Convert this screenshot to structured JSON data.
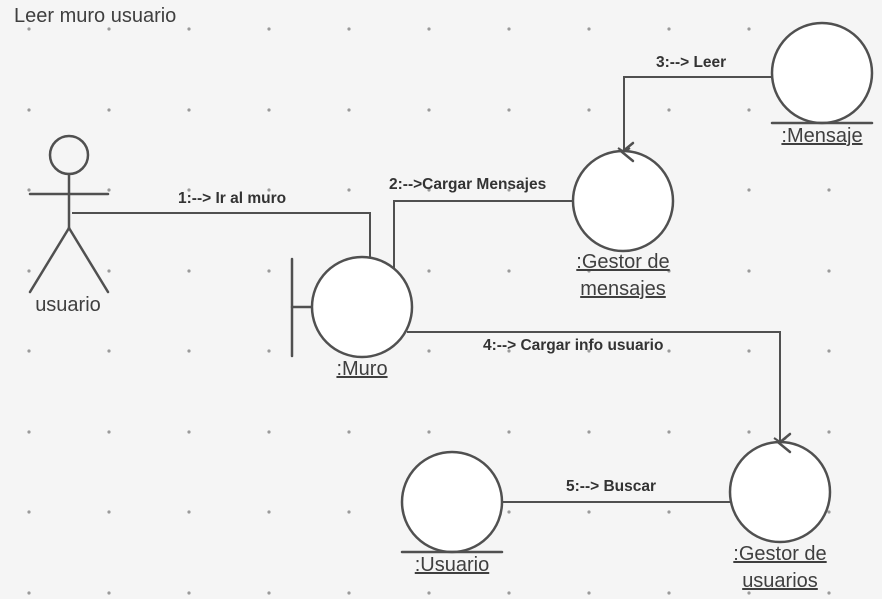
{
  "title": "Leer muro usuario",
  "actor": {
    "label": "usuario"
  },
  "objects": {
    "muro": {
      "label": ":Muro",
      "kind": "boundary"
    },
    "gestor_mensajes": {
      "label_lines": [
        ":Gestor de",
        "mensajes"
      ],
      "kind": "control"
    },
    "mensaje": {
      "label": ":Mensaje",
      "kind": "entity"
    },
    "gestor_usuarios": {
      "label_lines": [
        ":Gestor de",
        "usuarios"
      ],
      "kind": "control"
    },
    "usuario_obj": {
      "label": ":Usuario",
      "kind": "entity"
    }
  },
  "messages": [
    {
      "label": "1:--> Ir al muro"
    },
    {
      "label": "2:-->Cargar Mensajes"
    },
    {
      "label": "3:--> Leer"
    },
    {
      "label": "4:--> Cargar info usuario"
    },
    {
      "label": "5:--> Buscar"
    }
  ],
  "colors": {
    "background": "#f5f5f5",
    "stroke": "#505050",
    "dot": "#9a9a9a"
  }
}
